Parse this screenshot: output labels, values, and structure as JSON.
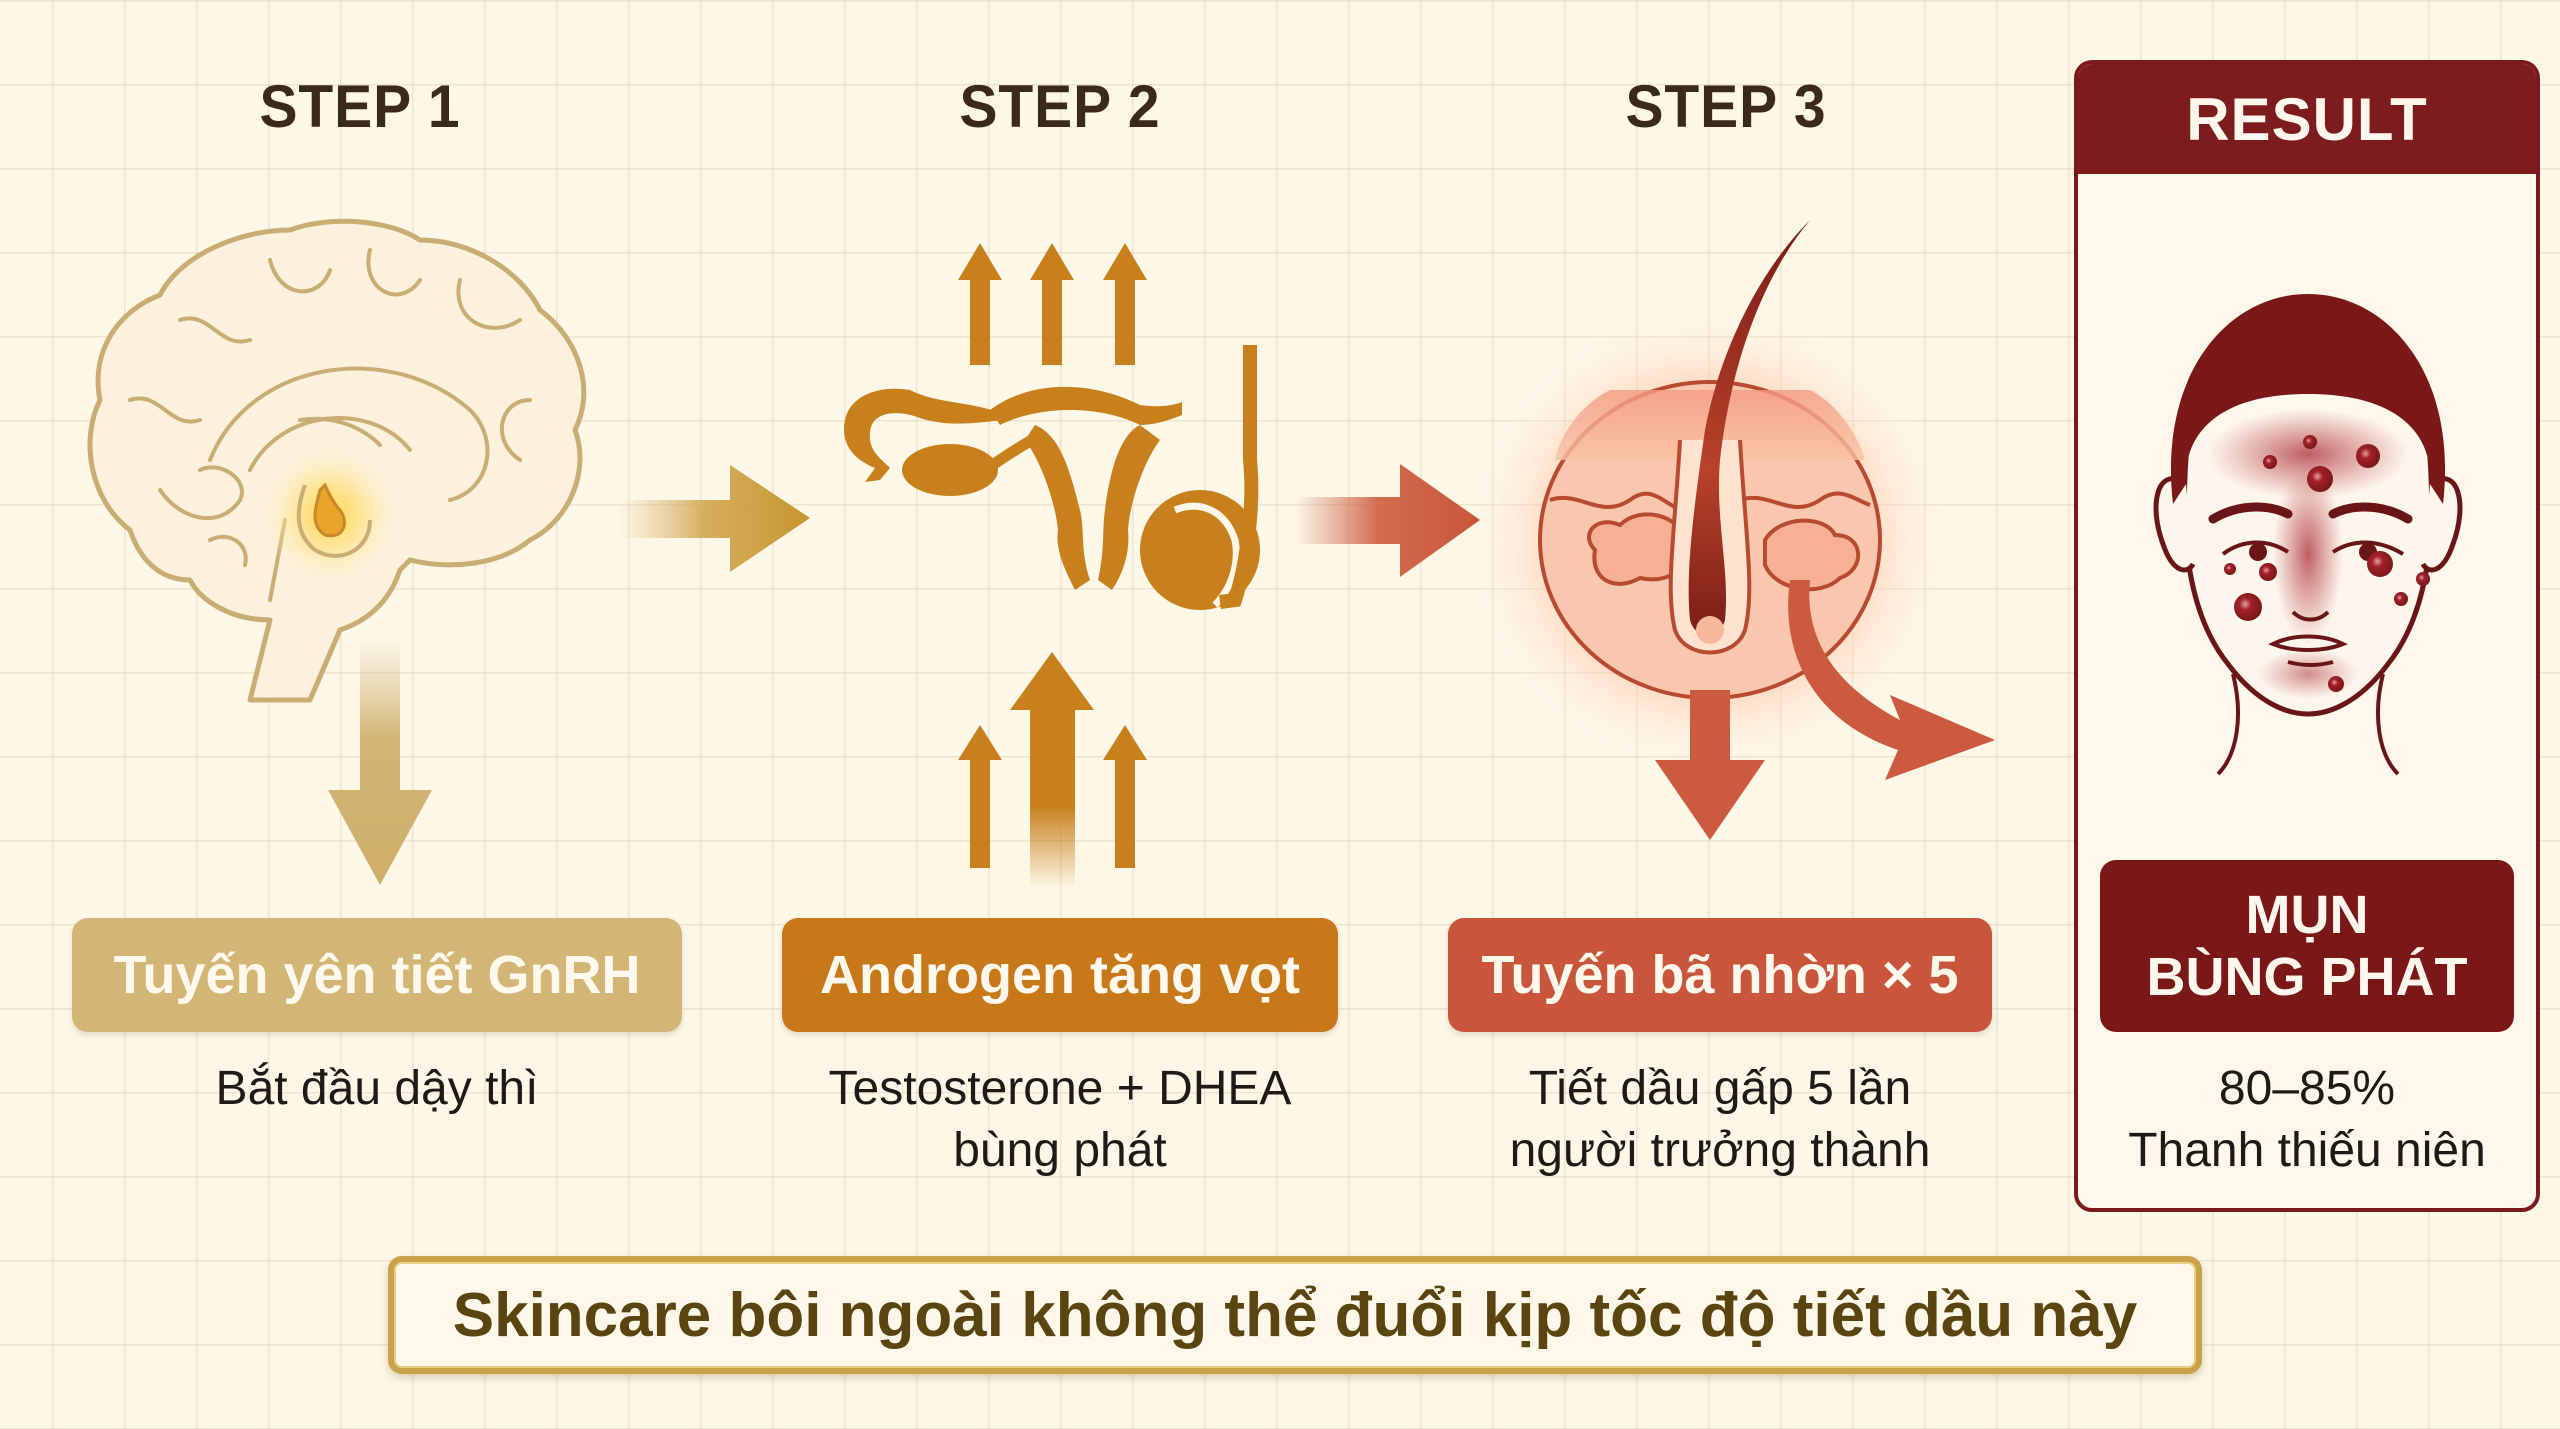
{
  "steps": [
    {
      "title": "STEP 1",
      "icon": "brain-icon",
      "label": "Tuyến yên tiết GnRH",
      "caption_lines": [
        "Bắt đầu dậy thì"
      ],
      "color": "#d3b676"
    },
    {
      "title": "STEP 2",
      "icon": "reproductive-organs-icon",
      "label": "Androgen tăng vọt",
      "caption_lines": [
        "Testosterone + DHEA",
        "bùng phát"
      ],
      "color": "#c7791a"
    },
    {
      "title": "STEP 3",
      "icon": "hair-follicle-sebaceous-gland-icon",
      "label": "Tuyến bã nhờn × 5",
      "caption_lines": [
        "Tiết dầu gấp 5 lần",
        "người trưởng thành"
      ],
      "color": "#c9553a"
    }
  ],
  "result": {
    "title": "RESULT",
    "icon": "acne-face-icon",
    "label_lines": [
      "MỤN",
      "BÙNG PHÁT"
    ],
    "caption_lines": [
      "80–85%",
      "Thanh thiếu niên"
    ],
    "color": "#7a1818"
  },
  "banner": {
    "text": "Skincare bôi ngoài không thể đuổi kịp tốc độ tiết dầu này",
    "border_color": "#c9a24a"
  },
  "colors": {
    "background": "#fdf7e8",
    "step1": "#d3b676",
    "step2": "#c7791a",
    "step3": "#c9553a",
    "result": "#7a1818"
  }
}
